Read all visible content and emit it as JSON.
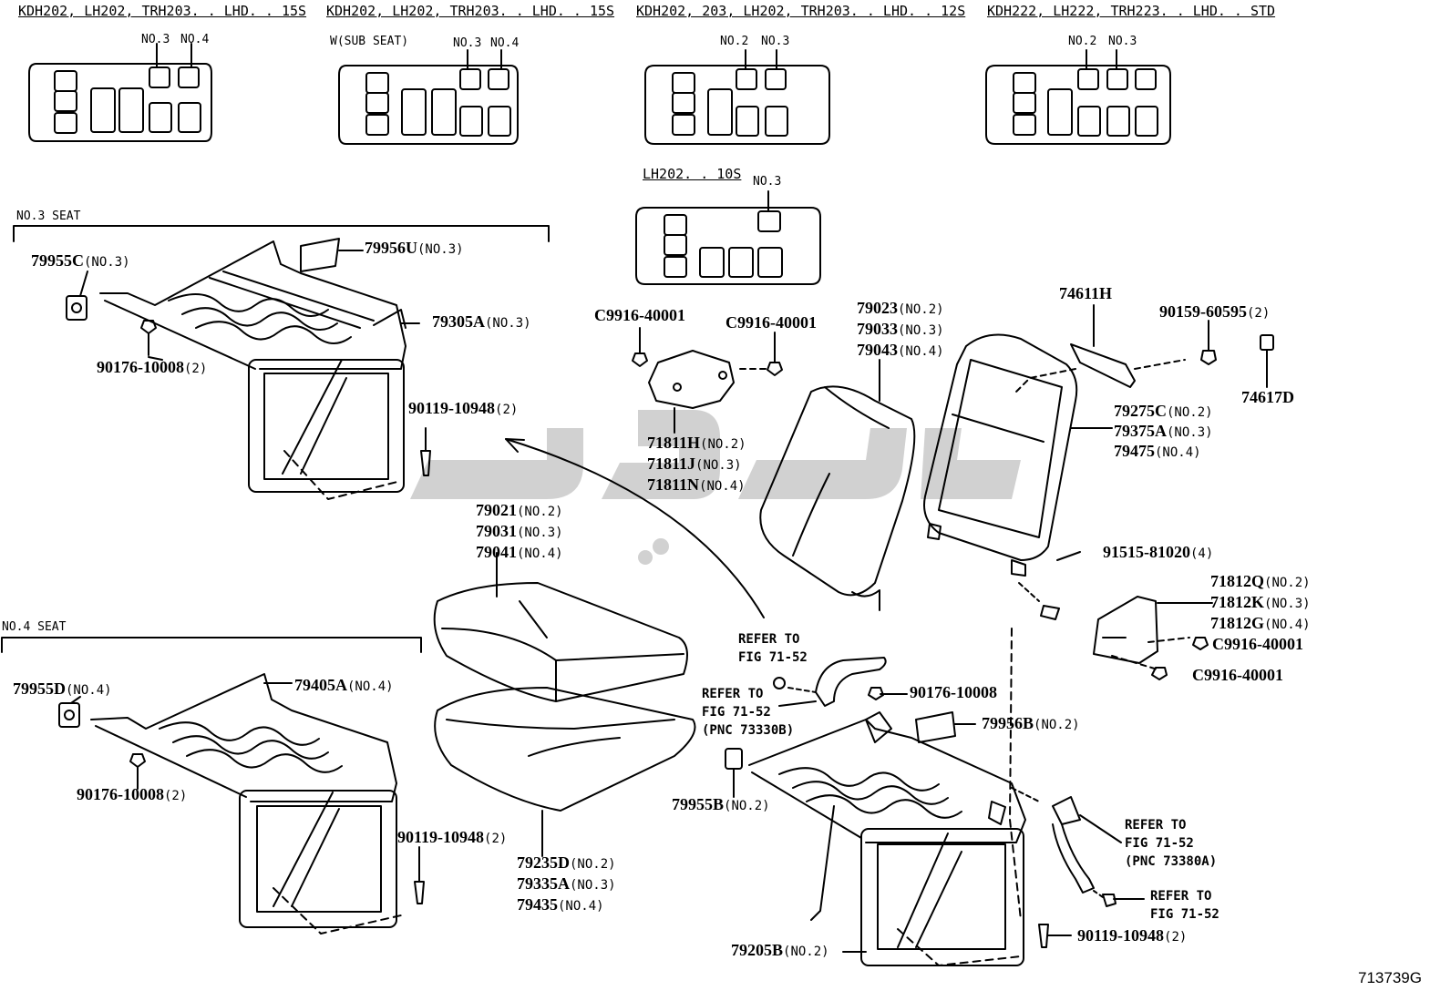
{
  "diagram_id": "713739G",
  "watermark_text": "دیاکو",
  "headers": [
    "KDH202, LH202, TRH203. . LHD. . 15S",
    "KDH202, LH202, TRH203. . LHD. . 15S",
    "KDH202, 203, LH202, TRH203. . LHD. . 12S",
    "KDH222, LH222, TRH223. . LHD. . STD",
    "LH202. . 10S"
  ],
  "layout_labels": {
    "sub_seat": "W(SUB SEAT)",
    "no3": "NO.3",
    "no4": "NO.4",
    "no2": "NO.2"
  },
  "sections": {
    "no3_seat": "NO.3 SEAT",
    "no4_seat": "NO.4 SEAT"
  },
  "parts": [
    {
      "pn": "79955C",
      "q": "(NO.3)"
    },
    {
      "pn": "79956U",
      "q": "(NO.3)"
    },
    {
      "pn": "79305A",
      "q": "(NO.3)"
    },
    {
      "pn": "90176-10008",
      "q": "(2)"
    },
    {
      "pn": "90119-10948",
      "q": "(2)"
    },
    {
      "pn": "C9916-40001",
      "q": ""
    },
    {
      "pn": "C9916-40001",
      "q": ""
    },
    {
      "pn": "71811H",
      "q": "(NO.2)"
    },
    {
      "pn": "71811J",
      "q": "(NO.3)"
    },
    {
      "pn": "71811N",
      "q": "(NO.4)"
    },
    {
      "pn": "79023",
      "q": "(NO.2)"
    },
    {
      "pn": "79033",
      "q": "(NO.3)"
    },
    {
      "pn": "79043",
      "q": "(NO.4)"
    },
    {
      "pn": "74611H",
      "q": ""
    },
    {
      "pn": "90159-60595",
      "q": "(2)"
    },
    {
      "pn": "74617D",
      "q": ""
    },
    {
      "pn": "79275C",
      "q": "(NO.2)"
    },
    {
      "pn": "79375A",
      "q": "(NO.3)"
    },
    {
      "pn": "79475",
      "q": "(NO.4)"
    },
    {
      "pn": "79021",
      "q": "(NO.2)"
    },
    {
      "pn": "79031",
      "q": "(NO.3)"
    },
    {
      "pn": "79041",
      "q": "(NO.4)"
    },
    {
      "pn": "91515-81020",
      "q": "(4)"
    },
    {
      "pn": "71812Q",
      "q": "(NO.2)"
    },
    {
      "pn": "71812K",
      "q": "(NO.3)"
    },
    {
      "pn": "71812G",
      "q": "(NO.4)"
    },
    {
      "pn": "C9916-40001",
      "q": ""
    },
    {
      "pn": "C9916-40001",
      "q": ""
    },
    {
      "pn": "79955D",
      "q": "(NO.4)"
    },
    {
      "pn": "79405A",
      "q": "(NO.4)"
    },
    {
      "pn": "90176-10008",
      "q": "(2)"
    },
    {
      "pn": "90119-10948",
      "q": "(2)"
    },
    {
      "pn": "79235D",
      "q": "(NO.2)"
    },
    {
      "pn": "79335A",
      "q": "(NO.3)"
    },
    {
      "pn": "79435",
      "q": "(NO.4)"
    },
    {
      "pn": "90176-10008",
      "q": ""
    },
    {
      "pn": "79956B",
      "q": "(NO.2)"
    },
    {
      "pn": "79955B",
      "q": "(NO.2)"
    },
    {
      "pn": "79205B",
      "q": "(NO.2)"
    },
    {
      "pn": "90119-10948",
      "q": "(2)"
    }
  ],
  "refs": [
    {
      "l1": "REFER TO",
      "l2": "FIG 71-52",
      "l3": ""
    },
    {
      "l1": "REFER TO",
      "l2": "FIG 71-52",
      "l3": "(PNC 73330B)"
    },
    {
      "l1": "REFER TO",
      "l2": "FIG 71-52",
      "l3": "(PNC 73380A)"
    },
    {
      "l1": "REFER TO",
      "l2": "FIG 71-52",
      "l3": ""
    }
  ],
  "colors": {
    "line": "#000000",
    "watermark": "#c8c8c8",
    "background": "#ffffff"
  }
}
